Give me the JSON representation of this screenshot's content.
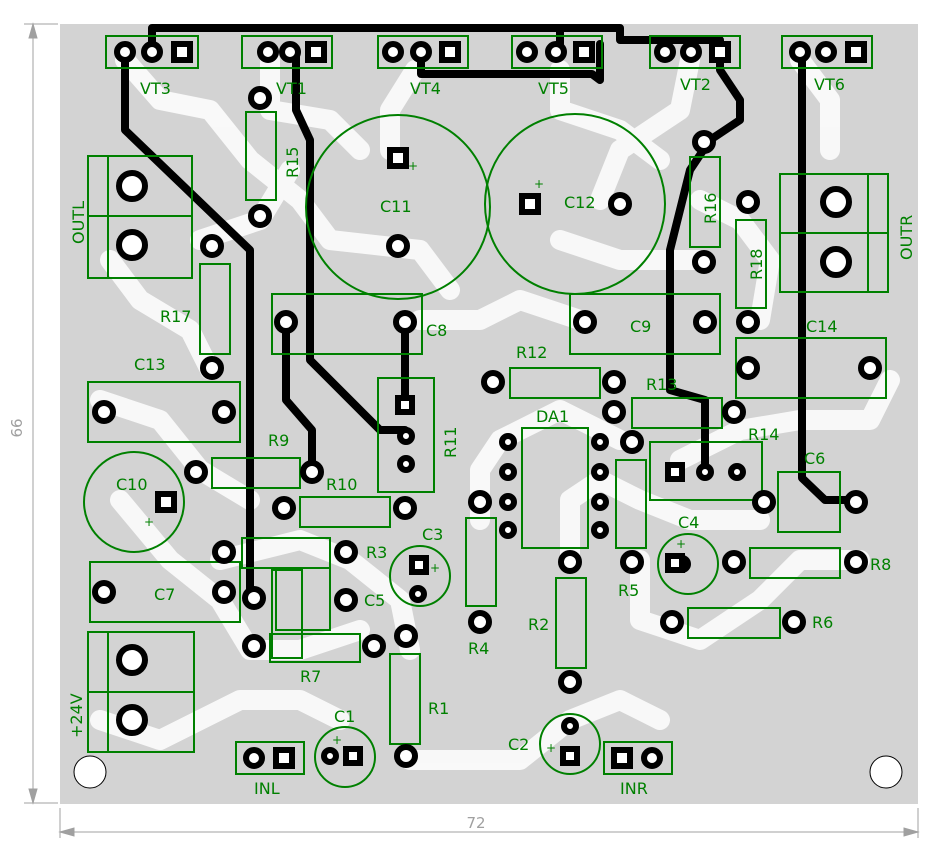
{
  "board": {
    "dimensions": {
      "width_label": "72",
      "height_label": "66"
    },
    "transistors": [
      "VT3",
      "VT1",
      "VT4",
      "VT5",
      "VT2",
      "VT6"
    ],
    "resistors": [
      "R15",
      "R17",
      "R16",
      "R18",
      "R12",
      "R13",
      "R14",
      "R11",
      "R9",
      "R10",
      "R3",
      "R4",
      "R5",
      "R8",
      "R6",
      "R2",
      "R7",
      "R1"
    ],
    "capacitors": [
      "C11",
      "C12",
      "C8",
      "C9",
      "C13",
      "C14",
      "C10",
      "C7",
      "C3",
      "C4",
      "C5",
      "C6",
      "C1",
      "C2"
    ],
    "ic": "DA1",
    "connectors": {
      "out_left": "OUTL",
      "out_right": "OUTR",
      "power": "+24V",
      "in_left": "INL",
      "in_right": "INR"
    },
    "polarity_mark": "+"
  },
  "colors": {
    "board": "#d3d3d3",
    "silk": "#008000",
    "copper_top": "#000000",
    "pad_ring": "#ffffff",
    "dimension": "#a0a0a0"
  }
}
